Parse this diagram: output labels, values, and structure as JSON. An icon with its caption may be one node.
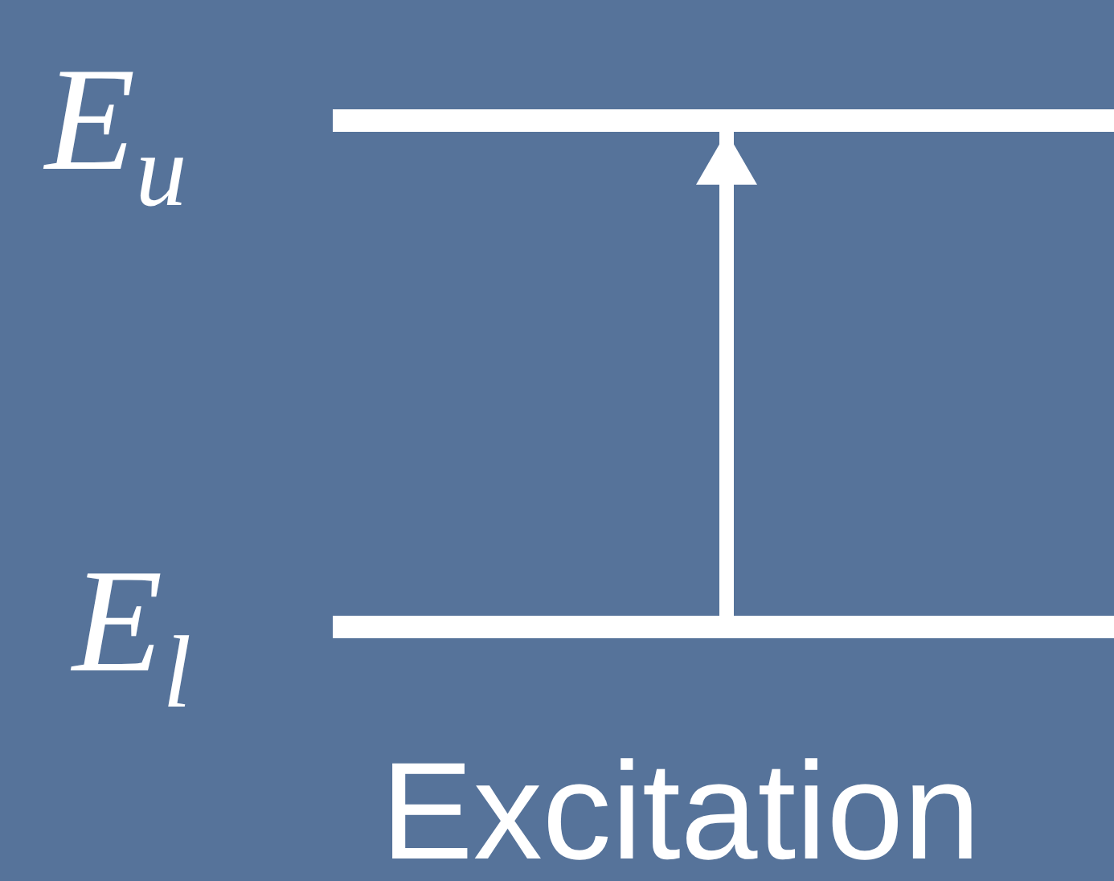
{
  "diagram": {
    "nodes": [
      {
        "text": [],
        "shape": "bar",
        "beside": [
          "E$_{u}$"
        ]
      },
      {
        "text": [],
        "shape": "bar",
        "beside": [
          "E$_{l}$"
        ]
      }
    ],
    "edges": [
      {
        "from": 1,
        "to": 0,
        "arrow": "to"
      }
    ],
    "labels": [
      "Excitation"
    ]
  }
}
